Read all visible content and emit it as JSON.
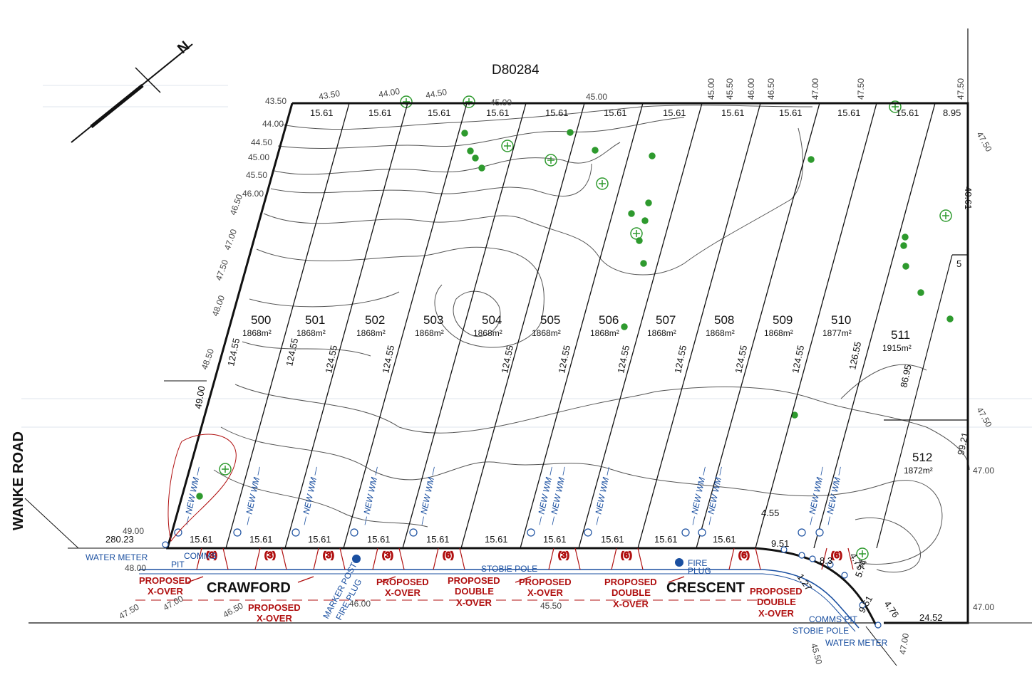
{
  "plan_title": "D80284",
  "colors": {
    "boundary": "#111111",
    "contour": "#555555",
    "water": "#1a4fa0",
    "crossover": "#b01010",
    "tree": "#2e9a2e"
  },
  "roads": {
    "west": "WANKE ROAD",
    "south_a": "CRAWFORD",
    "south_b": "CRESCENT"
  },
  "lots": [
    {
      "no": "500",
      "area": "1868m²",
      "depth": "124.55"
    },
    {
      "no": "501",
      "area": "1868m²",
      "depth": "124.55"
    },
    {
      "no": "502",
      "area": "1868m²",
      "depth": "124.55"
    },
    {
      "no": "503",
      "area": "1868m²",
      "depth": "124.55"
    },
    {
      "no": "504",
      "area": "1868m²",
      "depth": "124.55"
    },
    {
      "no": "505",
      "area": "1868m²",
      "depth": "124.55"
    },
    {
      "no": "506",
      "area": "1868m²",
      "depth": "124.55"
    },
    {
      "no": "507",
      "area": "1868m²",
      "depth": "124.55"
    },
    {
      "no": "508",
      "area": "1868m²",
      "depth": "124.55"
    },
    {
      "no": "509",
      "area": "1868m²",
      "depth": "124.55"
    },
    {
      "no": "510",
      "area": "1877m²",
      "depth": "126.55"
    },
    {
      "no": "511",
      "area": "1915m²",
      "depth": "86.95"
    },
    {
      "no": "512",
      "area": "1872m²",
      "depth": "99.21"
    }
  ],
  "frontage": "15.61",
  "top_frontage_last": "8.95",
  "east_dims": {
    "upper": "40.61",
    "step": "5"
  },
  "west_dims": {
    "road": "280.23",
    "bend": "49.00"
  },
  "corner_dims": [
    "4.55",
    "9.51",
    "8.3",
    "4.75",
    "5.74",
    "1.27",
    "9.51",
    "4.76",
    "24.52"
  ],
  "contours_left": [
    "43.50",
    "44.00",
    "44.50",
    "45.00",
    "45.50",
    "46.00",
    "46.50",
    "47.00",
    "47.50",
    "48.00",
    "48.50",
    "49.00"
  ],
  "contours_top": [
    "43.50",
    "44.00",
    "44.50",
    "45.00",
    "45.00",
    "45.00",
    "45.50",
    "46.00",
    "46.50",
    "47.00",
    "47.50",
    "47.50"
  ],
  "contours_right": [
    "47.50",
    "47.50",
    "47.00",
    "47.00"
  ],
  "contours_bottom": [
    "47.50",
    "47.00",
    "46.50",
    "46.00",
    "45.50",
    "45.50",
    "47.00",
    "49.00",
    "48.00"
  ],
  "crossover_counts": [
    "(3)",
    "(3)",
    "(3)",
    "(3)",
    "(6)",
    "(3)",
    "(6)",
    "(6)",
    "(6)"
  ],
  "labels": {
    "water_meter": "WATER METER",
    "comms": "COMMS",
    "pit": "PIT",
    "comms_pit": "COMMS PIT",
    "stobie_pole": "STOBIE POLE",
    "fire": "FIRE",
    "plug": "PLUG",
    "fire_plug": "FIRE PLUG",
    "marker_post": "MARKER POST",
    "proposed": "PROPOSED",
    "x_over": "X-OVER",
    "double": "DOUBLE",
    "new_wm": "NEW WM",
    "north": "N"
  }
}
